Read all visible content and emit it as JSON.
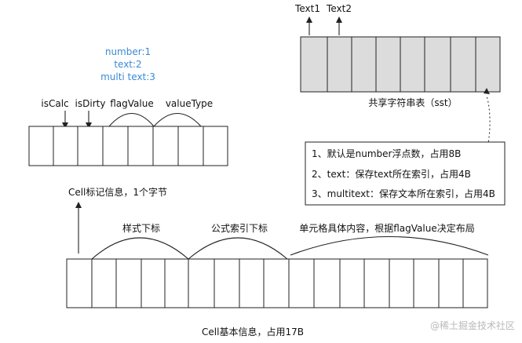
{
  "flag_values": {
    "number": "number:1",
    "text": "text:2",
    "multi_text": "multi text:3"
  },
  "cell_flag_fields": {
    "is_calc": "isCalc",
    "is_dirty": "isDirty",
    "flag_value": "flagValue",
    "value_type": "valueType"
  },
  "cell_flag_caption": "Cell标记信息，1个字节",
  "sst": {
    "labels": [
      "Text1",
      "Text2"
    ],
    "caption": "共享字符串表（sst）"
  },
  "legend_items": [
    "1、默认是number浮点数，占用8B",
    "2、text：保存text所在索引，占用4B",
    "3、multitext：保存文本所在索引，占用4B"
  ],
  "cell_base": {
    "segments": [
      "样式下标",
      "公式索引下标",
      "单元格具体内容，根据flagValue决定布局"
    ],
    "caption": "Cell基本信息，占用17B"
  },
  "watermark": "@稀土掘金技术社区",
  "colors": {
    "flag_text": "#3a8ad6",
    "sst_fill": "#dcdcdc",
    "line": "#222222"
  }
}
